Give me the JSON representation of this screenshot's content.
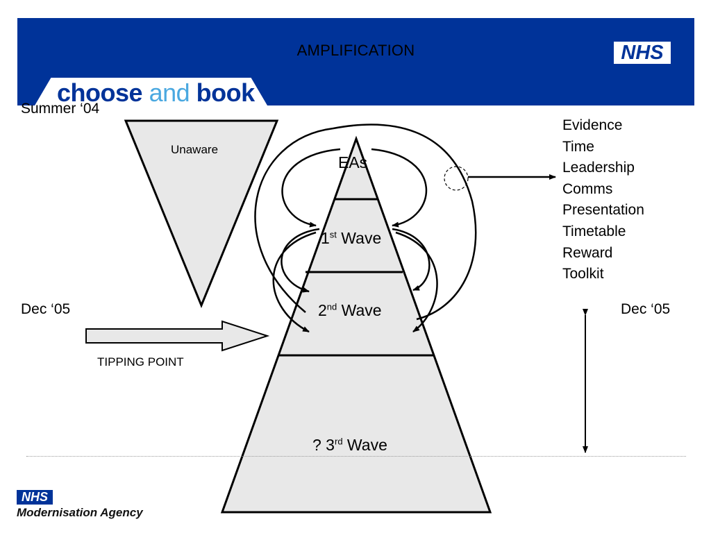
{
  "header": {
    "title": "AMPLIFICATION",
    "nhs_logo": "NHS",
    "brand": {
      "choose": "choose",
      "and": "and",
      "book": "book"
    }
  },
  "labels": {
    "summer": "Summer ‘04",
    "dec_left": "Dec ‘05",
    "dec_right": "Dec ‘05",
    "tipping_point": "TIPPING POINT",
    "unaware": "Unaware"
  },
  "pyramid": {
    "eas": "EAs",
    "wave1": {
      "num": "1",
      "sup": "st",
      "label": " Wave"
    },
    "wave2": {
      "num": "2",
      "sup": "nd",
      "label": " Wave"
    },
    "wave3": {
      "prefix": "? 3",
      "sup": "rd",
      "label": " Wave"
    }
  },
  "factors": [
    "Evidence",
    "Time",
    "Leadership",
    "Comms",
    "Presentation",
    "Timetable",
    "Reward",
    "Toolkit"
  ],
  "footer": {
    "nhs": "NHS",
    "org": "Modernisation Agency"
  },
  "colors": {
    "header_bg": "#003399",
    "brand_light": "#4aa8e0",
    "fill": "#e8e8e8"
  },
  "icons": {
    "arrow": "arrow-right-icon",
    "double_arrow": "double-arrow-vertical-icon"
  }
}
